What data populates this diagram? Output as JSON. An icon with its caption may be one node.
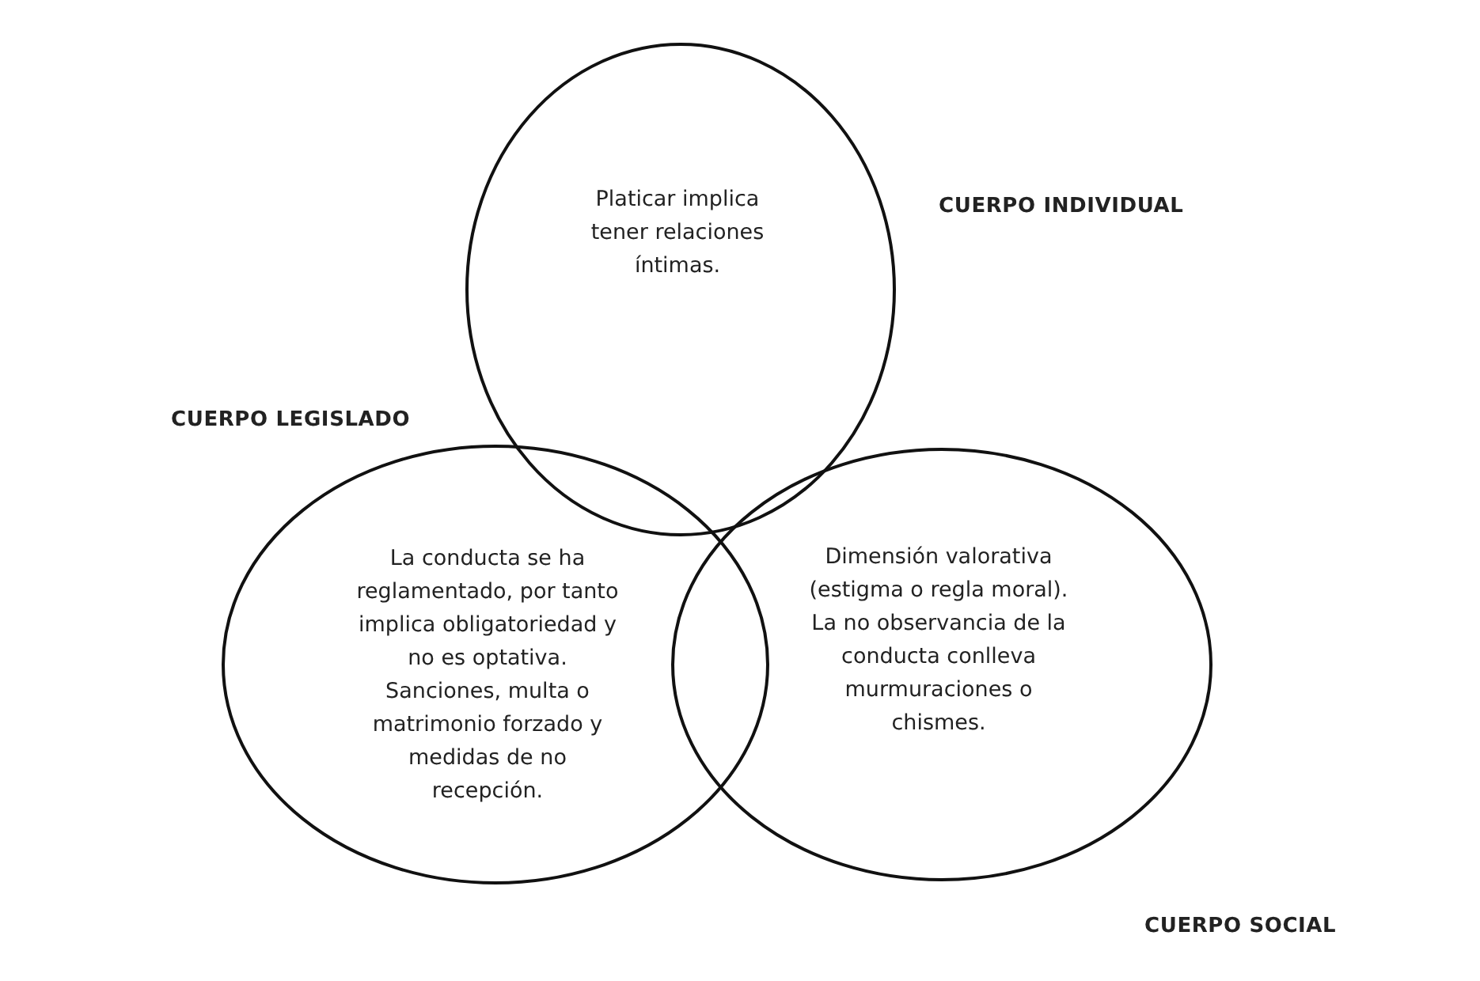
{
  "diagram": {
    "nodes": [
      {
        "text": [
          "Platicar implica tener relaciones íntimas.",
          "CUERPO INDIVIDUAL"
        ]
      },
      {
        "text": [
          "CUERPO LEGISLADO",
          "La conducta se ha reglamentado, por tanto implica obligatoriedad y no es optativa. Sanciones, multa o matrimonio forzado y medidas de no recepción."
        ]
      },
      {
        "text": [
          "Dimensión valorativa (estigma o regla moral). La no observancia de la conducta conlleva murmuraciones o chismes.",
          "CUERPO SOCIAL"
        ]
      }
    ],
    "edges": []
  }
}
